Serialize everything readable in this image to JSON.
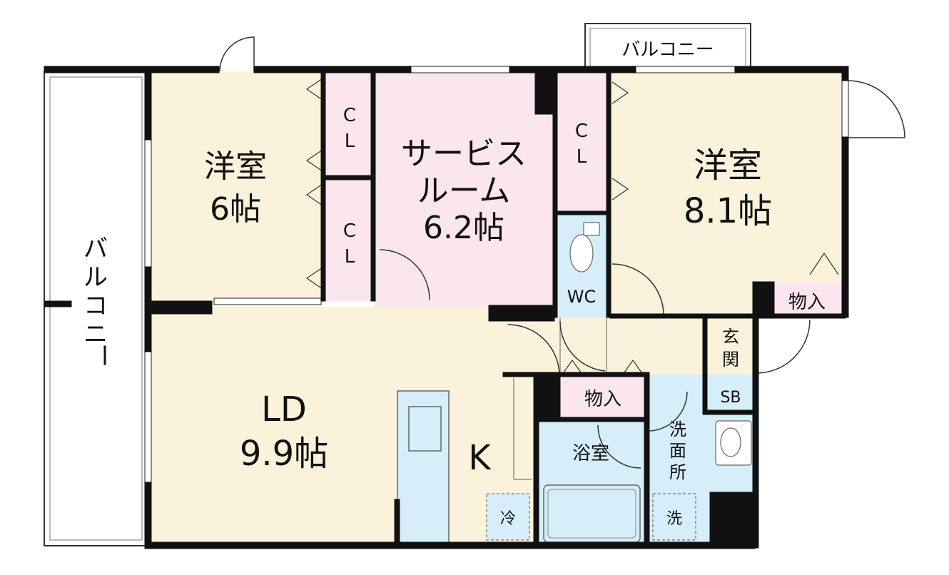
{
  "rooms": {
    "western_room_left": {
      "name": "洋室",
      "size": "6帖"
    },
    "service_room": {
      "line1": "サービス",
      "line2": "ルーム",
      "size": "6.2帖"
    },
    "western_room_right": {
      "name": "洋室",
      "size": "8.1帖"
    },
    "ld": {
      "name": "LD",
      "size": "9.9帖"
    },
    "kitchen": {
      "name": "K"
    },
    "wc": {
      "name": "WC"
    },
    "bath": {
      "name": "浴室"
    },
    "washroom": {
      "chars": [
        "洗",
        "面",
        "所"
      ]
    },
    "entrance": {
      "chars": [
        "玄",
        "関"
      ]
    }
  },
  "storage": {
    "closet_a": {
      "top": "C",
      "bottom": "L"
    },
    "closet_b": {
      "top": "C",
      "bottom": "L"
    },
    "closet_c": {
      "top": "C",
      "bottom": "L"
    },
    "storage_right": "物入",
    "storage_center": "物入",
    "shoe_box": "SB"
  },
  "balcony": {
    "top": "バルコニー",
    "side": [
      "バ",
      "ル",
      "コ",
      "ニ",
      "ー"
    ]
  },
  "appliances": {
    "fridge": "冷",
    "washer": "洗"
  },
  "colors": {
    "room_beige": "#fbf2dc",
    "room_pink": "#fbe6ef",
    "water_blue": "#d5eef9",
    "wall": "#111111"
  }
}
